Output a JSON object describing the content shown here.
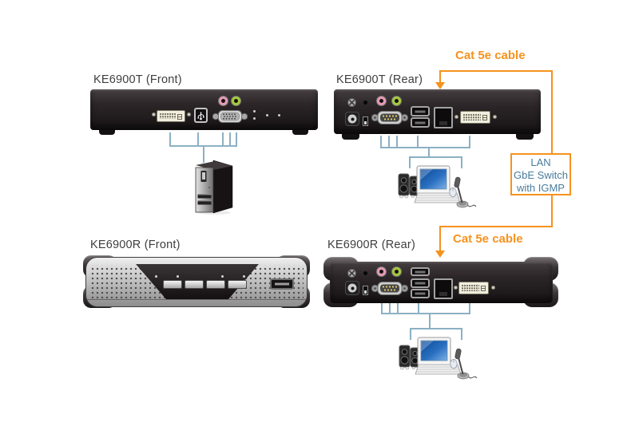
{
  "devices": {
    "t_front": {
      "label": "KE6900T (Front)"
    },
    "t_rear": {
      "label": "KE6900T (Rear)"
    },
    "r_front": {
      "label": "KE6900R (Front)"
    },
    "r_rear": {
      "label": "KE6900R (Rear)"
    }
  },
  "cables": {
    "top_label": "Cat 5e cable",
    "bottom_label": "Cat 5e cable"
  },
  "switch_box": {
    "line1": "LAN",
    "line2": "GbE Switch",
    "line3": "with IGMP"
  },
  "colors": {
    "cable_orange": "#f6921e",
    "connector_line_blue": "#8cb0c3",
    "switch_text_blue": "#4a7c9b",
    "audio_jack_pink": "#e79ab5",
    "audio_jack_green": "#a6c93d",
    "monitor_screen_blue": "#2a6fc0",
    "chassis_dark": "#262123",
    "chassis_silver": "#c2c2c2",
    "dvi_port_cream": "#f1eee0"
  },
  "icons": {
    "peripherals": [
      "tower-pc-icon",
      "speakers-icon",
      "monitor-icon",
      "keyboard-icon",
      "mouse-icon",
      "microphone-icon"
    ],
    "ports": [
      "dvi-port",
      "usb-b-port",
      "vga-port",
      "audio-mic-jack",
      "audio-line-out-jack",
      "grounding-screw",
      "power-jack",
      "serial-db9-port",
      "usb-a-port",
      "rj45-lan-port"
    ]
  }
}
